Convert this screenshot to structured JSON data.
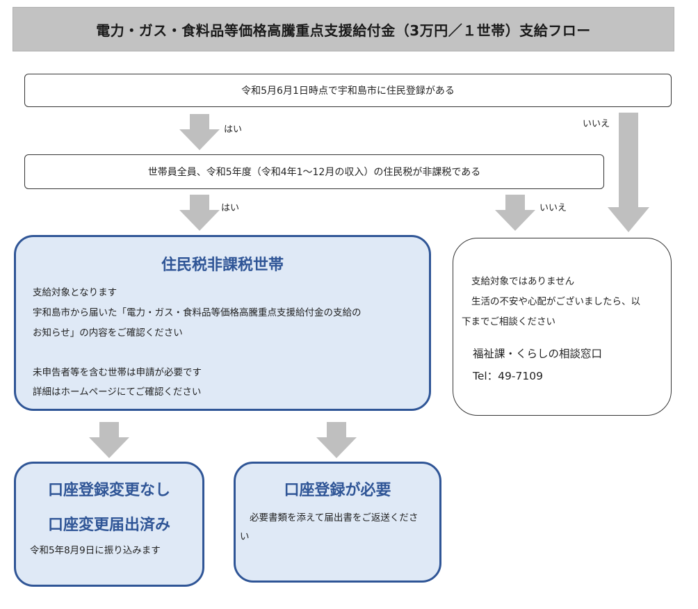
{
  "title": "電力・ガス・食料品等価格高騰重点支援給付金（3万円／１世帯）支給フロー",
  "q1": "令和5月6月1日時点で宇和島市に住民登録がある",
  "q2": "世帯員全員、令和5年度（令和4年1～12月の収入）の住民税が非課税である",
  "labels": {
    "yes": "はい",
    "no": "いいえ"
  },
  "nontax": {
    "title": "住民税非課税世帯",
    "line1": "支給対象となります",
    "line2": "宇和島市から届いた「電力・ガス・食料品等価格高騰重点支援給付金の支給の",
    "line3": "お知らせ」の内容をご確認ください",
    "line4": "未申告者等を含む世帯は申請が必要です",
    "line5": "詳細はホームページにてご確認ください"
  },
  "not_eligible": {
    "line1": "支給対象ではありません",
    "line2": "生活の不安や心配がございましたら、以",
    "line3": "下までご相談ください",
    "office": "福祉課・くらしの相談窓口",
    "tel": "Tel：49-7109"
  },
  "no_change": {
    "title1": "口座登録変更なし",
    "title2": "口座変更届出済み",
    "text": "令和5年8月9日に振り込みます"
  },
  "needs_account": {
    "title": "口座登録が必要",
    "line1": "必要書類を添えて届出書をご返送くださ",
    "line2": "い"
  },
  "colors": {
    "accent": "#2f5596",
    "box_fill": "#dfe9f6",
    "arrow": "#bfbfbf",
    "title_bg": "#c2c2c2"
  }
}
